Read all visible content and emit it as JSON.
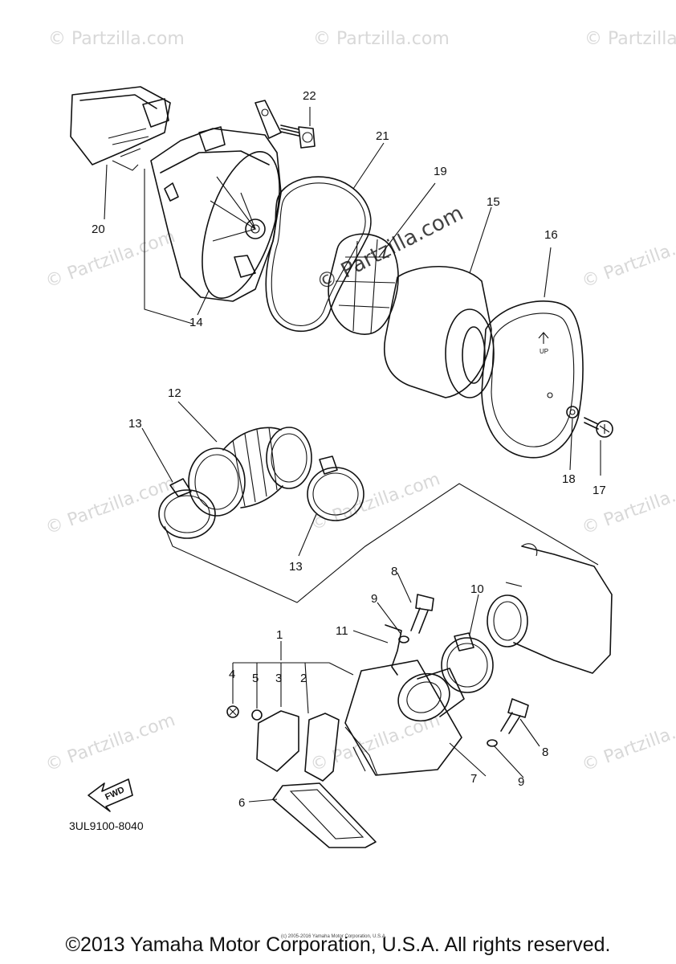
{
  "callouts": [
    "1",
    "2",
    "3",
    "4",
    "5",
    "6",
    "7",
    "8",
    "8",
    "9",
    "9",
    "10",
    "11",
    "12",
    "13",
    "13",
    "14",
    "15",
    "16",
    "17",
    "18",
    "19",
    "20",
    "21",
    "22"
  ],
  "watermark": {
    "text": "© Partzilla.com",
    "center_text": "© Partzilla.com"
  },
  "fwd_label": "FWD",
  "up_label": "UP",
  "diagram_code": "3UL9100-8040",
  "tiny_copyright": "(c) 2005-2016 Yamaha Motor Corporation, U.S.A.",
  "copyright": "©2013 Yamaha Motor Corporation, U.S.A. All rights reserved."
}
